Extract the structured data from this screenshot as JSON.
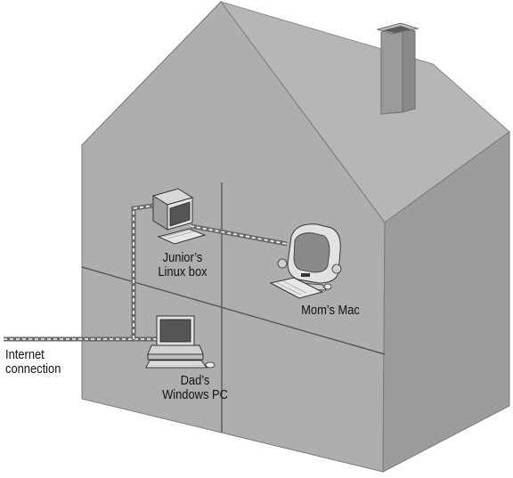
{
  "labels": {
    "junior": [
      "Junior’s",
      "Linux box"
    ],
    "mom": [
      "Mom’s Mac"
    ],
    "dad": [
      "Dad’s",
      "Windows PC"
    ],
    "internet": [
      "Internet",
      "connection"
    ]
  },
  "colors": {
    "front_wall": "#aeaeae",
    "side_wall": "#9b9b9b",
    "roof_left": "#c9c9c9",
    "roof_right": "#b4b4b4",
    "room_divider": "#4a4a4a",
    "cable": "#6a6a6a",
    "cable_dash": "#ffffff"
  },
  "icons": {
    "junior": "desktop-computer-icon",
    "mom": "imac-computer-icon",
    "dad": "laptop-computer-icon",
    "house": "house-illustration",
    "chimney": "chimney"
  }
}
